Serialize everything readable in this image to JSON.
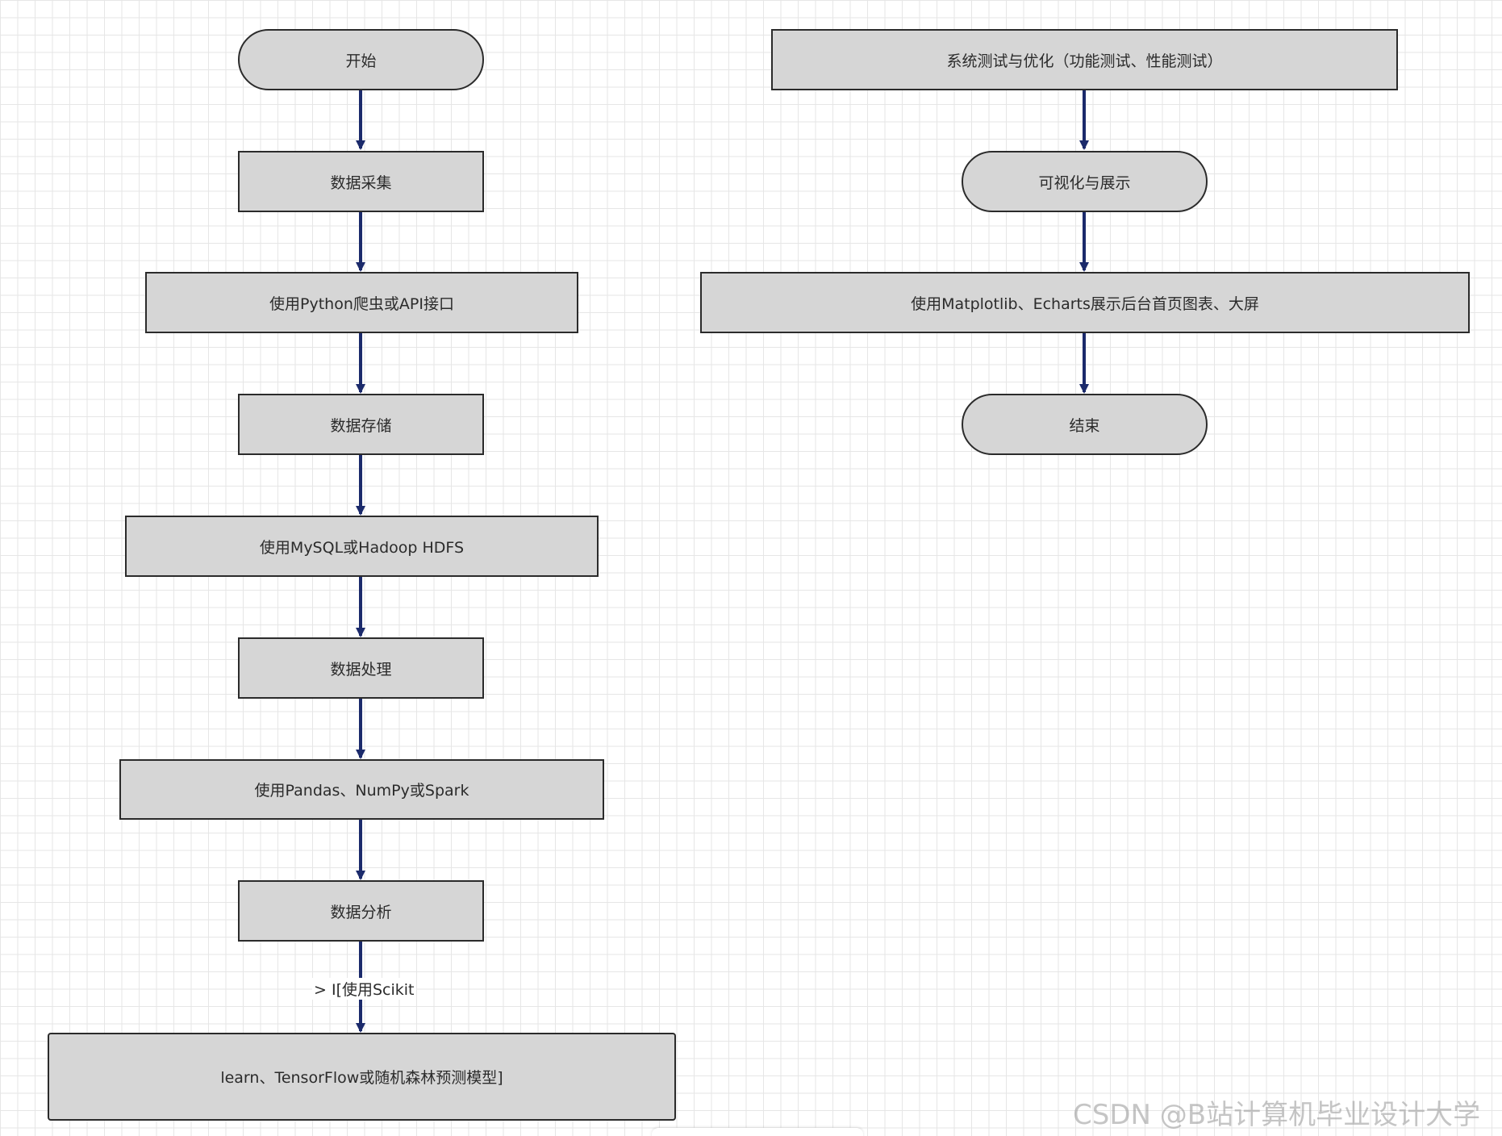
{
  "colors": {
    "node_fill": "#d6d6d6",
    "node_border": "#2b2b2b",
    "arrow": "#1b2a6b",
    "grid": "#e6e6e6"
  },
  "nodes": {
    "start": "开始",
    "collect": "数据采集",
    "collect_method": "使用Python爬虫或API接口",
    "storage": "数据存储",
    "storage_method": "使用MySQL或Hadoop HDFS",
    "process": "数据处理",
    "process_method": "使用Pandas、NumPy或Spark",
    "analysis": "数据分析",
    "analysis_method": "learn、TensorFlow或随机森林预测模型]",
    "test": "系统测试与优化（功能测试、性能测试）",
    "visual": "可视化与展示",
    "visual_method": "使用Matplotlib、Echarts展示后台首页图表、大屏",
    "end": "结束"
  },
  "edge_labels": {
    "analysis_to_method": "> I[使用Scikit"
  },
  "watermark": "CSDN @B站计算机毕业设计大学"
}
